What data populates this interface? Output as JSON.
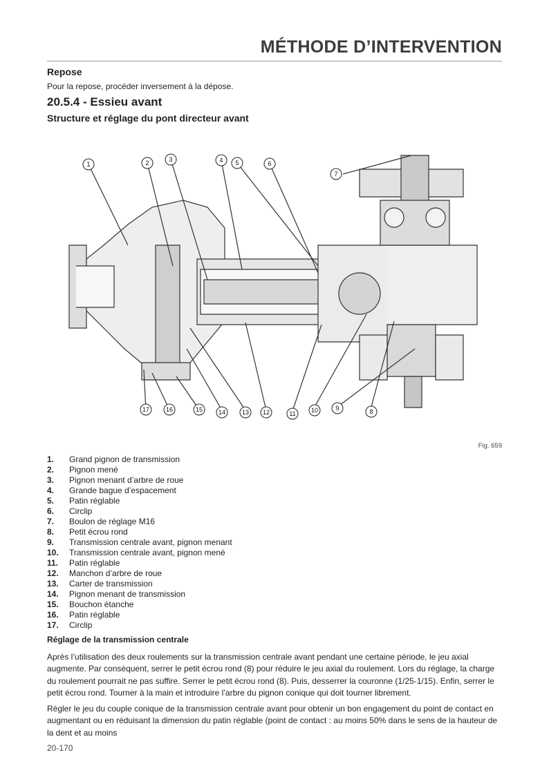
{
  "header": {
    "title": "MÉTHODE D’INTERVENTION"
  },
  "repose": {
    "heading": "Repose",
    "text": "Pour la repose, procéder inversement à la dépose."
  },
  "section": {
    "heading": "20.5.4 - Essieu avant",
    "subheading": "Structure et réglage du pont directeur avant"
  },
  "figure": {
    "caption": "Fig. 659",
    "callouts": [
      "1",
      "2",
      "3",
      "4",
      "5",
      "6",
      "7",
      "8",
      "9",
      "10",
      "11",
      "12",
      "13",
      "14",
      "15",
      "16",
      "17"
    ]
  },
  "legend": [
    {
      "num": "1.",
      "label": "Grand pignon de transmission"
    },
    {
      "num": "2.",
      "label": "Pignon mené"
    },
    {
      "num": "3.",
      "label": "Pignon menant d’arbre de roue"
    },
    {
      "num": "4.",
      "label": "Grande bague d’espacement"
    },
    {
      "num": "5.",
      "label": "Patin réglable"
    },
    {
      "num": "6.",
      "label": "Circlip"
    },
    {
      "num": "7.",
      "label": "Boulon de réglage M16"
    },
    {
      "num": "8.",
      "label": "Petit écrou rond"
    },
    {
      "num": "9.",
      "label": "Transmission centrale avant, pignon menant"
    },
    {
      "num": "10.",
      "label": "Transmission centrale avant, pignon mené"
    },
    {
      "num": "11.",
      "label": "Patin réglable"
    },
    {
      "num": "12.",
      "label": "Manchon d’arbre de roue"
    },
    {
      "num": "13.",
      "label": "Carter de transmission"
    },
    {
      "num": "14.",
      "label": "Pignon menant de transmission"
    },
    {
      "num": "15.",
      "label": "Bouchon étanche"
    },
    {
      "num": "16.",
      "label": "Patin réglable"
    },
    {
      "num": "17.",
      "label": "Circlip"
    }
  ],
  "reglage": {
    "heading": "Réglage de la transmission centrale",
    "paragraphs": [
      "Après l’utilisation des deux roulements sur la transmission centrale avant pendant une certaine période, le jeu axial augmente. Par conséquent, serrer le petit écrou rond (8) pour réduire le jeu axial du roulement. Lors du réglage, la charge du roulement pourrait ne pas suffire. Serrer le petit écrou rond (8). Puis, desserrer la couronne (1/25-1/15). Enfin, serrer le petit écrou rond. Tourner à la main et introduire l’arbre du pignon conique qui doit tourner librement.",
      "Régler le jeu du couple conique de la transmission centrale avant pour obtenir un bon engagement du point de contact en augmentant ou en réduisant la dimension du patin réglable (point de contact : au moins 50% dans le sens de la hauteur de la dent et au moins"
    ]
  },
  "footer": {
    "page": "20-170"
  }
}
